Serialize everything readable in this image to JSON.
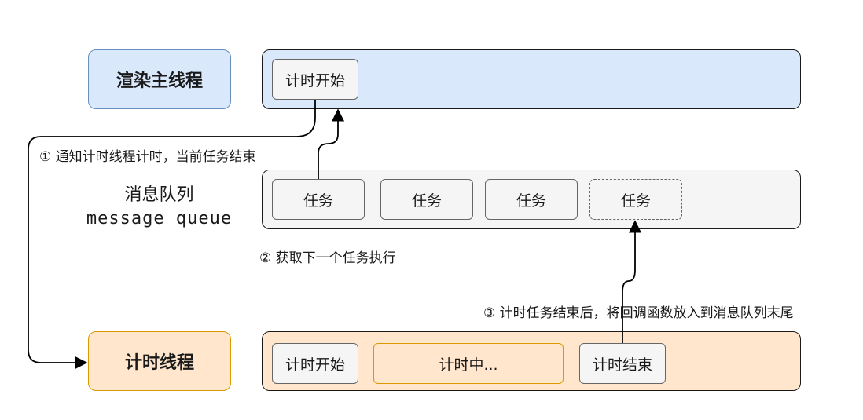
{
  "lanes": {
    "render_main": {
      "label": "渲染主线程",
      "task": "计时开始"
    },
    "queue": {
      "label_cn": "消息队列",
      "label_en": "message queue",
      "tasks": [
        "任务",
        "任务",
        "任务",
        "任务"
      ]
    },
    "timer": {
      "label": "计时线程",
      "start": "计时开始",
      "middle": "计时中...",
      "end": "计时结束"
    }
  },
  "notes": {
    "step1": "① 通知计时线程计时，当前任务结束",
    "step2": "② 获取下一个任务执行",
    "step3": "③ 计时任务结束后，将回调函数放入到消息队列末尾"
  },
  "colors": {
    "blue_fill": "#dae8fc",
    "blue_stroke": "#6c8ebf",
    "orange_fill": "#ffe6cc",
    "orange_stroke": "#d79b00",
    "gray_fill": "#f5f5f5",
    "gray_stroke": "#666666"
  }
}
